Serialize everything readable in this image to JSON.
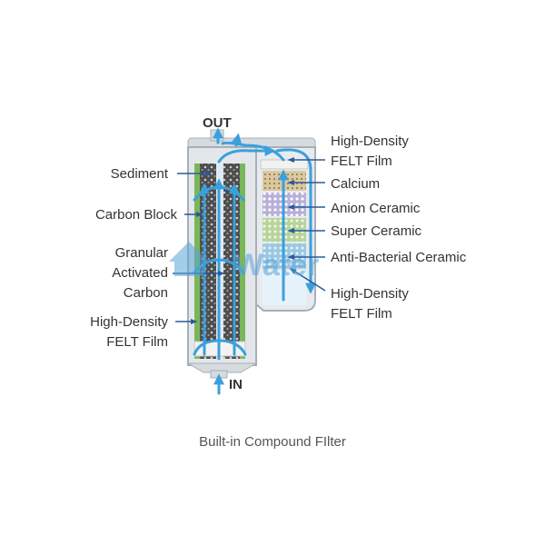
{
  "diagram": {
    "ports": {
      "out": "OUT",
      "in": "IN"
    },
    "left_labels": {
      "sediment": "Sediment",
      "carbon_block": "Carbon Block",
      "granular_line1": "Granular",
      "granular_line2": "Activated",
      "granular_line3": "Carbon",
      "felt_line1": "High-Density",
      "felt_line2": "FELT Film"
    },
    "right_labels": {
      "felt_top_line1": "High-Density",
      "felt_top_line2": "FELT Film",
      "calcium": "Calcium",
      "anion": "Anion Ceramic",
      "super": "Super Ceramic",
      "antibacterial": "Anti-Bacterial Ceramic",
      "felt_bottom_line1": "High-Density",
      "felt_bottom_line2": "FELT Film"
    },
    "watermark": "Water",
    "caption": "Built-in Compound FIlter"
  },
  "colors": {
    "flow_arrow": "#3aa0dc",
    "leader_line": "#2a5a9a",
    "housing": "#cfd4d9",
    "carbon": "#5a5a5a",
    "sediment_strip": "#7ab65a",
    "felt": "#f2f2f2",
    "calcium": "#d9c8a0",
    "anion": "#b8b0d8",
    "super_ceramic": "#b8d49a",
    "antibacterial": "#9cc8e0",
    "watermark": "#5aa4d8"
  },
  "icons": [
    "flow-arrow-icon",
    "house-logo-icon"
  ]
}
